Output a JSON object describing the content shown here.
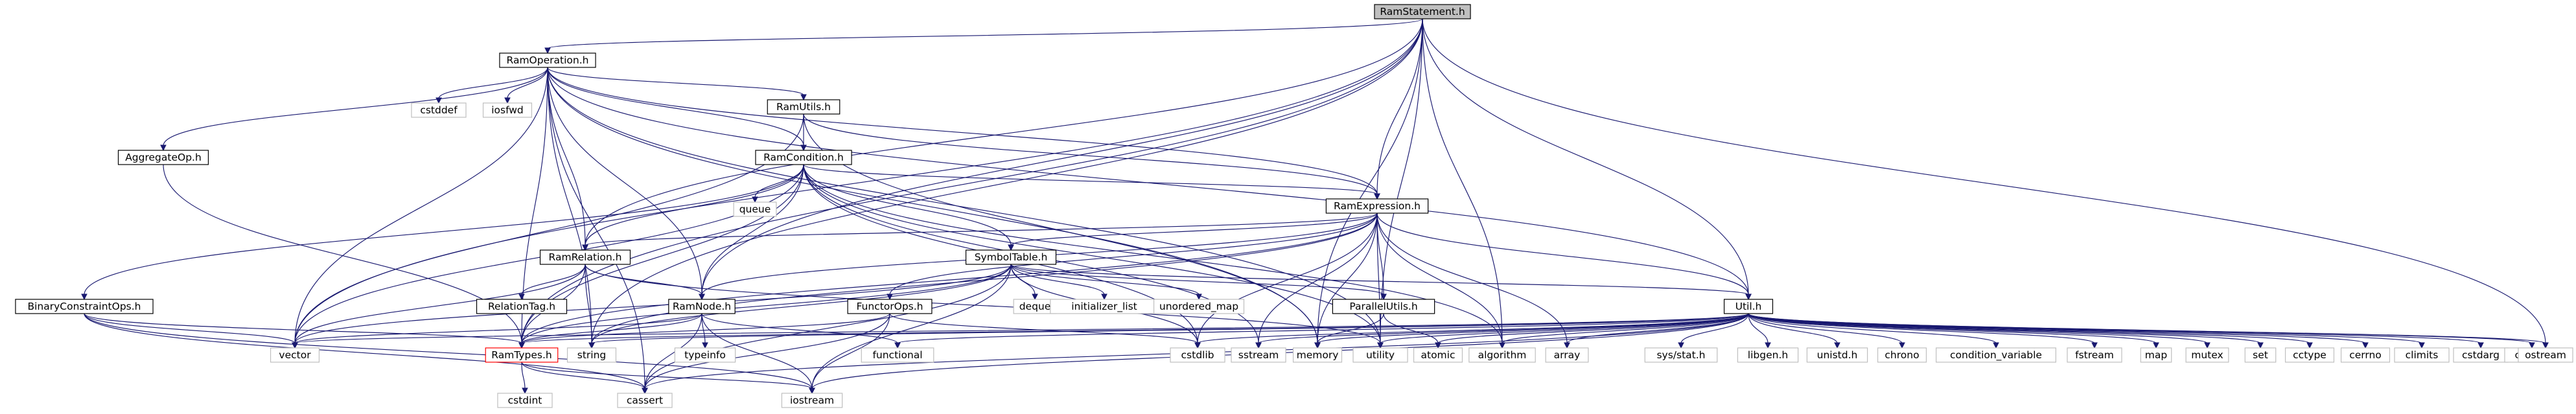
{
  "diagram": {
    "root": "RamStatement.h",
    "nodes": [
      {
        "id": "RamStatement",
        "label": "RamStatement.h",
        "style": "root"
      },
      {
        "id": "RamOperation",
        "label": "RamOperation.h",
        "style": "doc"
      },
      {
        "id": "RamUtils",
        "label": "RamUtils.h",
        "style": "doc"
      },
      {
        "id": "AggregateOp",
        "label": "AggregateOp.h",
        "style": "doc"
      },
      {
        "id": "RamCondition",
        "label": "RamCondition.h",
        "style": "doc"
      },
      {
        "id": "RamExpression",
        "label": "RamExpression.h",
        "style": "doc"
      },
      {
        "id": "RamRelation",
        "label": "RamRelation.h",
        "style": "doc"
      },
      {
        "id": "SymbolTable",
        "label": "SymbolTable.h",
        "style": "doc"
      },
      {
        "id": "BinaryConstraintOps",
        "label": "BinaryConstraintOps.h",
        "style": "doc"
      },
      {
        "id": "RelationTag",
        "label": "RelationTag.h",
        "style": "doc"
      },
      {
        "id": "RamNode",
        "label": "RamNode.h",
        "style": "doc"
      },
      {
        "id": "FunctorOps",
        "label": "FunctorOps.h",
        "style": "doc"
      },
      {
        "id": "ParallelUtils",
        "label": "ParallelUtils.h",
        "style": "doc"
      },
      {
        "id": "Util",
        "label": "Util.h",
        "style": "doc"
      },
      {
        "id": "RamTypes",
        "label": "RamTypes.h",
        "style": "red"
      },
      {
        "id": "cstddef",
        "label": "cstddef",
        "style": "sys"
      },
      {
        "id": "iosfwd",
        "label": "iosfwd",
        "style": "sys"
      },
      {
        "id": "queue",
        "label": "queue",
        "style": "sys"
      },
      {
        "id": "deque",
        "label": "deque",
        "style": "sys"
      },
      {
        "id": "initializer_list",
        "label": "initializer_list",
        "style": "sys"
      },
      {
        "id": "unordered_map",
        "label": "unordered_map",
        "style": "sys"
      },
      {
        "id": "vector",
        "label": "vector",
        "style": "sys"
      },
      {
        "id": "string",
        "label": "string",
        "style": "sys"
      },
      {
        "id": "typeinfo",
        "label": "typeinfo",
        "style": "sys"
      },
      {
        "id": "functional",
        "label": "functional",
        "style": "sys"
      },
      {
        "id": "cstdlib",
        "label": "cstdlib",
        "style": "sys"
      },
      {
        "id": "sstream",
        "label": "sstream",
        "style": "sys"
      },
      {
        "id": "memory",
        "label": "memory",
        "style": "sys"
      },
      {
        "id": "utility",
        "label": "utility",
        "style": "sys"
      },
      {
        "id": "atomic",
        "label": "atomic",
        "style": "sys"
      },
      {
        "id": "algorithm",
        "label": "algorithm",
        "style": "sys"
      },
      {
        "id": "array",
        "label": "array",
        "style": "sys"
      },
      {
        "id": "sys_stat",
        "label": "sys/stat.h",
        "style": "sys"
      },
      {
        "id": "libgen",
        "label": "libgen.h",
        "style": "sys"
      },
      {
        "id": "unistd",
        "label": "unistd.h",
        "style": "sys"
      },
      {
        "id": "chrono",
        "label": "chrono",
        "style": "sys"
      },
      {
        "id": "condition_variable",
        "label": "condition_variable",
        "style": "sys"
      },
      {
        "id": "fstream",
        "label": "fstream",
        "style": "sys"
      },
      {
        "id": "map",
        "label": "map",
        "style": "sys"
      },
      {
        "id": "mutex",
        "label": "mutex",
        "style": "sys"
      },
      {
        "id": "set",
        "label": "set",
        "style": "sys"
      },
      {
        "id": "cctype",
        "label": "cctype",
        "style": "sys"
      },
      {
        "id": "cerrno",
        "label": "cerrno",
        "style": "sys"
      },
      {
        "id": "climits",
        "label": "climits",
        "style": "sys"
      },
      {
        "id": "cstdarg",
        "label": "cstdarg",
        "style": "sys"
      },
      {
        "id": "cstring",
        "label": "cstring",
        "style": "sys"
      },
      {
        "id": "ostream",
        "label": "ostream",
        "style": "sys"
      },
      {
        "id": "cstdint",
        "label": "cstdint",
        "style": "sys"
      },
      {
        "id": "cassert",
        "label": "cassert",
        "style": "sys"
      },
      {
        "id": "iostream",
        "label": "iostream",
        "style": "sys"
      }
    ],
    "edges": [
      [
        "RamStatement",
        "RamOperation"
      ],
      [
        "RamStatement",
        "RamRelation"
      ],
      [
        "RamStatement",
        "RamExpression"
      ],
      [
        "RamStatement",
        "RamNode"
      ],
      [
        "RamStatement",
        "Util"
      ],
      [
        "RamStatement",
        "vector"
      ],
      [
        "RamStatement",
        "memory"
      ],
      [
        "RamStatement",
        "ostream"
      ],
      [
        "RamStatement",
        "RamTypes"
      ],
      [
        "RamStatement",
        "algorithm"
      ],
      [
        "RamStatement",
        "utility"
      ],
      [
        "RamStatement",
        "string"
      ],
      [
        "RamOperation",
        "AggregateOp"
      ],
      [
        "RamOperation",
        "RamUtils"
      ],
      [
        "RamOperation",
        "RamCondition"
      ],
      [
        "RamOperation",
        "RamExpression"
      ],
      [
        "RamOperation",
        "RamRelation"
      ],
      [
        "RamOperation",
        "RamNode"
      ],
      [
        "RamOperation",
        "RamTypes"
      ],
      [
        "RamOperation",
        "Util"
      ],
      [
        "RamOperation",
        "cstddef"
      ],
      [
        "RamOperation",
        "iosfwd"
      ],
      [
        "RamOperation",
        "vector"
      ],
      [
        "RamOperation",
        "string"
      ],
      [
        "RamOperation",
        "cassert"
      ],
      [
        "RamOperation",
        "memory"
      ],
      [
        "RamOperation",
        "utility"
      ],
      [
        "RamUtils",
        "RamCondition"
      ],
      [
        "RamUtils",
        "RamExpression"
      ],
      [
        "RamUtils",
        "vector"
      ],
      [
        "RamUtils",
        "memory"
      ],
      [
        "AggregateOp",
        "RamTypes"
      ],
      [
        "RamCondition",
        "BinaryConstraintOps"
      ],
      [
        "RamCondition",
        "RamExpression"
      ],
      [
        "RamCondition",
        "RamRelation"
      ],
      [
        "RamCondition",
        "RamNode"
      ],
      [
        "RamCondition",
        "SymbolTable"
      ],
      [
        "RamCondition",
        "queue"
      ],
      [
        "RamCondition",
        "RamTypes"
      ],
      [
        "RamCondition",
        "vector"
      ],
      [
        "RamCondition",
        "cstdlib"
      ],
      [
        "RamCondition",
        "sstream"
      ],
      [
        "RamCondition",
        "algorithm"
      ],
      [
        "RamCondition",
        "utility"
      ],
      [
        "RamExpression",
        "FunctorOps"
      ],
      [
        "RamExpression",
        "RamNode"
      ],
      [
        "RamExpression",
        "RamRelation"
      ],
      [
        "RamExpression",
        "SymbolTable"
      ],
      [
        "RamExpression",
        "ParallelUtils"
      ],
      [
        "RamExpression",
        "RamTypes"
      ],
      [
        "RamExpression",
        "Util"
      ],
      [
        "RamExpression",
        "cstdlib"
      ],
      [
        "RamExpression",
        "string"
      ],
      [
        "RamExpression",
        "array"
      ],
      [
        "RamExpression",
        "memory"
      ],
      [
        "RamExpression",
        "utility"
      ],
      [
        "RamExpression",
        "algorithm"
      ],
      [
        "RamExpression",
        "sstream"
      ],
      [
        "RamRelation",
        "RelationTag"
      ],
      [
        "RamRelation",
        "RamNode"
      ],
      [
        "RamRelation",
        "RamTypes"
      ],
      [
        "RamRelation",
        "vector"
      ],
      [
        "RamRelation",
        "string"
      ],
      [
        "RamRelation",
        "utility"
      ],
      [
        "SymbolTable",
        "ParallelUtils"
      ],
      [
        "SymbolTable",
        "RamTypes"
      ],
      [
        "SymbolTable",
        "Util"
      ],
      [
        "SymbolTable",
        "deque"
      ],
      [
        "SymbolTable",
        "initializer_list"
      ],
      [
        "SymbolTable",
        "unordered_map"
      ],
      [
        "SymbolTable",
        "vector"
      ],
      [
        "SymbolTable",
        "string"
      ],
      [
        "SymbolTable",
        "iostream"
      ],
      [
        "SymbolTable",
        "cstdlib"
      ],
      [
        "SymbolTable",
        "cassert"
      ],
      [
        "BinaryConstraintOps",
        "RamTypes"
      ],
      [
        "BinaryConstraintOps",
        "vector"
      ],
      [
        "BinaryConstraintOps",
        "cassert"
      ],
      [
        "BinaryConstraintOps",
        "iostream"
      ],
      [
        "RamNode",
        "RamTypes"
      ],
      [
        "RamNode",
        "typeinfo"
      ],
      [
        "RamNode",
        "functional"
      ],
      [
        "RamNode",
        "vector"
      ],
      [
        "RamNode",
        "cassert"
      ],
      [
        "RamNode",
        "iostream"
      ],
      [
        "FunctorOps",
        "RamTypes"
      ],
      [
        "FunctorOps",
        "cassert"
      ],
      [
        "FunctorOps",
        "cstdlib"
      ],
      [
        "FunctorOps",
        "iostream"
      ],
      [
        "ParallelUtils",
        "atomic"
      ],
      [
        "ParallelUtils",
        "memory"
      ],
      [
        "RamTypes",
        "cstdint"
      ],
      [
        "RamTypes",
        "cassert"
      ],
      [
        "RamTypes",
        "iostream"
      ],
      [
        "Util",
        "vector"
      ],
      [
        "Util",
        "string"
      ],
      [
        "Util",
        "functional"
      ],
      [
        "Util",
        "cstdlib"
      ],
      [
        "Util",
        "sstream"
      ],
      [
        "Util",
        "memory"
      ],
      [
        "Util",
        "utility"
      ],
      [
        "Util",
        "atomic"
      ],
      [
        "Util",
        "algorithm"
      ],
      [
        "Util",
        "array"
      ],
      [
        "Util",
        "sys_stat"
      ],
      [
        "Util",
        "libgen"
      ],
      [
        "Util",
        "unistd"
      ],
      [
        "Util",
        "chrono"
      ],
      [
        "Util",
        "condition_variable"
      ],
      [
        "Util",
        "fstream"
      ],
      [
        "Util",
        "map"
      ],
      [
        "Util",
        "mutex"
      ],
      [
        "Util",
        "set"
      ],
      [
        "Util",
        "cctype"
      ],
      [
        "Util",
        "cerrno"
      ],
      [
        "Util",
        "climits"
      ],
      [
        "Util",
        "cstdarg"
      ],
      [
        "Util",
        "cstring"
      ],
      [
        "Util",
        "ostream"
      ],
      [
        "Util",
        "cassert"
      ],
      [
        "Util",
        "iostream"
      ],
      [
        "Util",
        "RamTypes"
      ]
    ],
    "colors": {
      "edge": "#191970",
      "root_fill": "#bfbfbf",
      "doc_stroke": "#000000",
      "sys_stroke": "#bfbfbf",
      "sys_text": "#000000",
      "red_stroke": "#ff0000"
    }
  }
}
